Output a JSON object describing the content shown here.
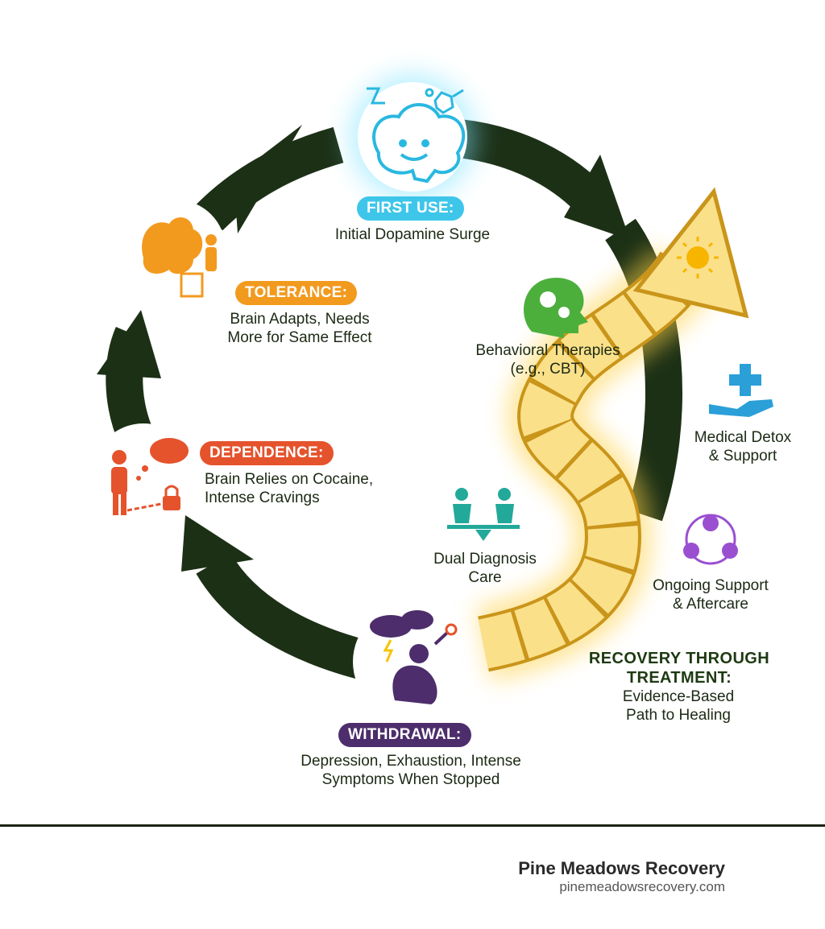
{
  "cycle": {
    "first_use": {
      "title": "FIRST USE:",
      "lines": [
        "Initial Dopamine Surge"
      ],
      "color": "#3ec6ea"
    },
    "tolerance": {
      "title": "TOLERANCE:",
      "lines": [
        "Brain Adapts, Needs",
        "More for Same Effect"
      ],
      "color": "#f29a1e"
    },
    "dependence": {
      "title": "DEPENDENCE:",
      "lines": [
        "Brain Relies on Cocaine,",
        "Intense Cravings"
      ],
      "color": "#e5532c"
    },
    "withdrawal": {
      "title": "WITHDRAWAL:",
      "lines": [
        "Depression, Exhaustion, Intense",
        "Symptoms When Stopped"
      ],
      "color": "#4d2d6b"
    },
    "arrow_color": "#1c3016"
  },
  "treatments": {
    "behavioral": {
      "lines": [
        "Behavioral Therapies",
        "(e.g., CBT)"
      ],
      "color": "#4caf3c"
    },
    "detox": {
      "lines": [
        "Medical Detox",
        "& Support"
      ],
      "color": "#2a9fd8"
    },
    "dual": {
      "lines": [
        "Dual Diagnosis",
        "Care"
      ],
      "color": "#22a99a"
    },
    "ongoing": {
      "lines": [
        "Ongoing Support",
        "& Aftercare"
      ],
      "color": "#9a4fd0"
    }
  },
  "recovery": {
    "title_lines": [
      "RECOVERY THROUGH",
      "TREATMENT:"
    ],
    "sub_lines": [
      "Evidence-Based",
      "Path to Healing"
    ],
    "path_color": "#f7cf55"
  },
  "footer": {
    "brand": "Pine Meadows Recovery",
    "url": "pinemeadowsrecovery.com"
  }
}
